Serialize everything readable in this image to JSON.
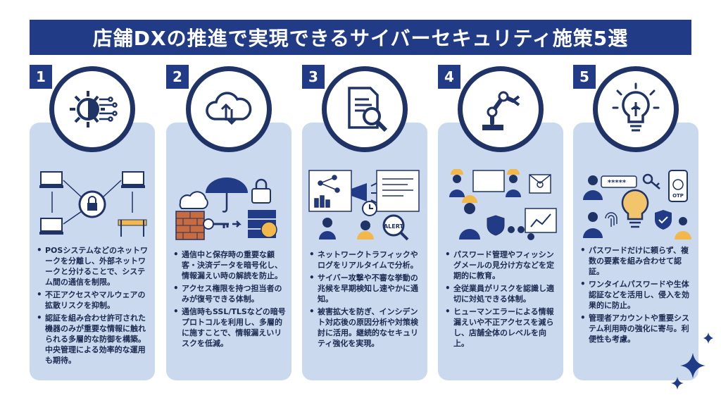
{
  "title": "店舗DXの推進で実現できるサイバーセキュリティ施策5選",
  "colors": {
    "navy": "#213b86",
    "dark": "#1f3366",
    "card": "#cbd9ee",
    "accent": "#f2b84b"
  },
  "items": [
    {
      "number": "1",
      "icon": "gear-circuit-icon",
      "bullets": [
        "POSシステムなどのネットワークを分離し、外部ネットワークと分けることで、システム間の通信を制限。",
        "不正アクセスやマルウェアの拡散リスクを抑制。",
        "認証を組み合わせ許可された機器のみが重要な情報に触れられる多層的な防御を構築。中央管理による効率的な運用も期待。"
      ]
    },
    {
      "number": "2",
      "icon": "cloud-sync-icon",
      "bullets": [
        "通信中と保存時の重要な顧客・決済データを暗号化し、情報漏えい時の解読を防止。",
        "アクセス権限を持つ担当者のみが復号できる体制。",
        "通信時もSSL/TLSなどの暗号プロトコルを利用し、多層的に施すことで、情報漏えいリスクを低減。"
      ]
    },
    {
      "number": "3",
      "icon": "document-search-icon",
      "bullets": [
        "ネットワークトラフィックやログをリアルタイムで分析。",
        "サイバー攻撃や不審な挙動の兆候を早期検知し速やかに通知。",
        "被害拡大を防ぎ、インシデント対応後の原因分析や対策検討に活用。継続的なセキュリティ強化を実現。"
      ]
    },
    {
      "number": "4",
      "icon": "robot-arm-icon",
      "bullets": [
        "パスワード管理やフィッシングメールの見分け方などを定期的に教育。",
        "全従業員がリスクを認識し適切に対処できる体制。",
        "ヒューマンエラーによる情報漏えいや不正アクセスを減らし、店舗全体のレベルを向上。"
      ]
    },
    {
      "number": "5",
      "icon": "lightbulb-icon",
      "bullets": [
        "パスワードだけに頼らず、複数の要素を組み合わせて認証。",
        "ワンタイムパスワードや生体認証などを活用し、侵入を効果的に防止。",
        "管理者アカウントや重要システム利用時の強化に寄与。利便性も考慮。"
      ]
    }
  ],
  "illustration_labels": {
    "alert": "ALERT",
    "otp": "OTP",
    "password_mask": "*****"
  }
}
